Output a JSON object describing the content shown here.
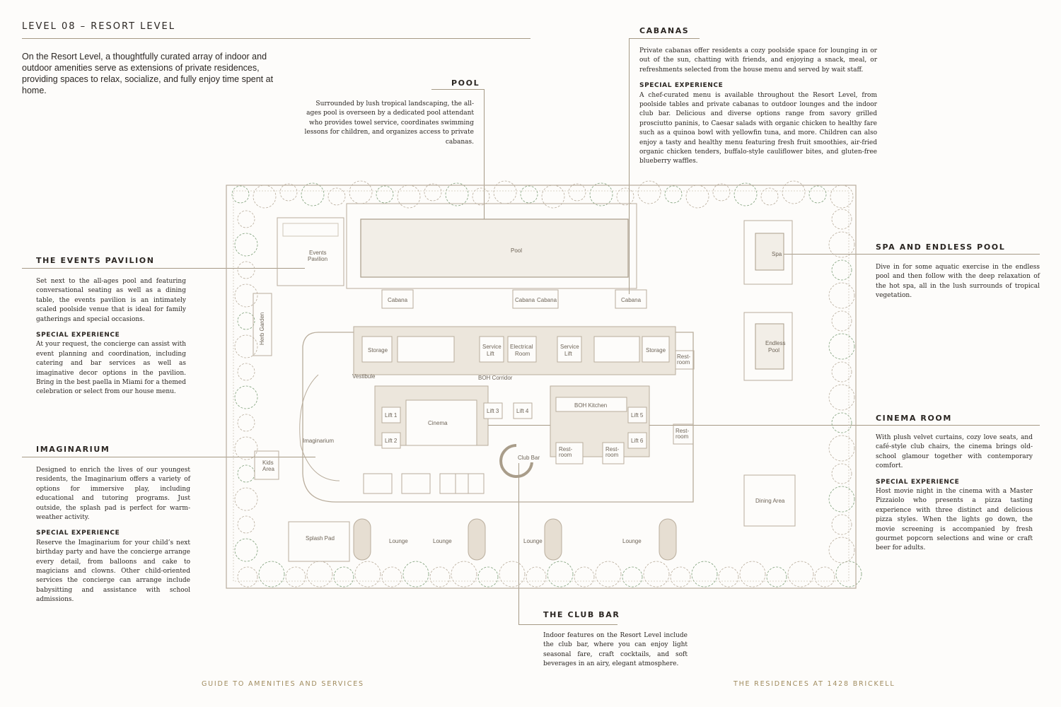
{
  "header": {
    "title": "LEVEL 08 – RESORT LEVEL",
    "intro": "On the Resort Level, a thoughtfully curated array of indoor and outdoor amenities serve as extensions of private residences, providing spaces to relax, socialize, and fully enjoy time spent at home."
  },
  "sections": {
    "pool": {
      "heading": "POOL",
      "body": "Surrounded by lush tropical landscaping, the all-ages pool is overseen by a dedicated pool attendant who provides towel service, coordinates swimming lessons for children, and organizes access to private cabanas."
    },
    "cabanas": {
      "heading": "CABANAS",
      "body": "Private cabanas offer residents a cozy poolside space for lounging in or out of the sun, chatting with friends, and enjoying a snack, meal, or refreshments selected from the house menu and served by wait staff.",
      "special_label": "SPECIAL EXPERIENCE",
      "special": "A chef-curated menu is available throughout the Resort Level, from poolside tables and private cabanas to outdoor lounges and the indoor club bar. Delicious and diverse options range from savory grilled prosciutto paninis, to Caesar salads with organic chicken to healthy fare such as a quinoa bowl with yellowfin tuna, and more. Children can also enjoy a tasty and healthy menu featuring fresh fruit smoothies, air-fried organic chicken tenders, buffalo-style cauliflower bites, and gluten-free blueberry waffles."
    },
    "events": {
      "heading": "THE EVENTS PAVILION",
      "body": "Set next to the all-ages pool and featuring conversational seating as well as a dining table, the events pavilion is an intimately scaled poolside venue that is ideal for family gatherings and special occasions.",
      "special_label": "SPECIAL EXPERIENCE",
      "special": "At your request, the concierge can assist with event planning and coordination, including catering and bar services as well as imaginative decor options in the pavilion. Bring in the best paella in Miami for a themed celebration or select from our house menu."
    },
    "imaginarium": {
      "heading": "IMAGINARIUM",
      "body": "Designed to enrich the lives of our youngest residents, the Imaginarium offers a variety of options for immersive play, including educational and tutoring programs. Just outside, the splash pad is perfect for warm-weather activity.",
      "special_label": "SPECIAL EXPERIENCE",
      "special": "Reserve the Imaginarium for your child’s next birthday party and have the concierge arrange every detail, from balloons and cake to magicians and clowns. Other child-oriented services the concierge can arrange include babysitting and assistance with school admissions."
    },
    "spa": {
      "heading": "SPA AND ENDLESS POOL",
      "body": "Dive in for some aquatic exercise in the endless pool and then follow with the deep relaxation of the hot spa, all in the lush surrounds of tropical vegetation."
    },
    "cinema": {
      "heading": "CINEMA ROOM",
      "body": "With plush velvet curtains, cozy love seats, and café-style club chairs, the cinema brings old-school glamour together with contemporary comfort.",
      "special_label": "SPECIAL EXPERIENCE",
      "special": "Host movie night in the cinema with a Master Pizzaiolo who presents a pizza tasting experience with three distinct and delicious pizza styles. When the lights go down, the movie screening is accompanied by fresh gourmet popcorn selections and wine or craft beer for adults."
    },
    "clubbar": {
      "heading": "THE CLUB BAR",
      "body": "Indoor features on the Resort Level include the club bar, where you can enjoy light seasonal fare, craft cocktails, and soft beverages in an airy, elegant atmosphere."
    }
  },
  "plan_labels": {
    "pool": "Pool",
    "events1": "Events",
    "events2": "Pavilion",
    "cabana": "Cabana",
    "herb": "Herb Garden",
    "storage": "Storage",
    "vestibule": "Vestibule",
    "service_lift1": "Service",
    "service_lift2": "Lift",
    "electrical1": "Electrical",
    "electrical2": "Room",
    "boh_corridor": "BOH Corridor",
    "restroom1": "Rest-",
    "restroom2": "room",
    "lift1": "Lift 1",
    "lift2": "Lift 2",
    "lift3": "Lift 3",
    "lift4": "Lift 4",
    "lift5": "Lift 5",
    "lift6": "Lift 6",
    "cinema": "Cinema",
    "boh_kitchen": "BOH Kitchen",
    "club_bar": "Club Bar",
    "imaginarium": "Imaginarium",
    "kids1": "Kids",
    "kids2": "Area",
    "splash": "Splash Pad",
    "lounge": "Lounge",
    "spa": "Spa",
    "endless1": "Endless",
    "endless2": "Pool",
    "dining": "Dining Area"
  },
  "footer": {
    "left": "GUIDE TO AMENITIES AND SERVICES",
    "right": "THE RESIDENCES AT 1428 BRICKELL"
  },
  "colors": {
    "plan_line": "#b9ad9c",
    "wall_fill": "#d9d0c3",
    "tree": "#7fa07a",
    "accent": "#a08b5e"
  }
}
